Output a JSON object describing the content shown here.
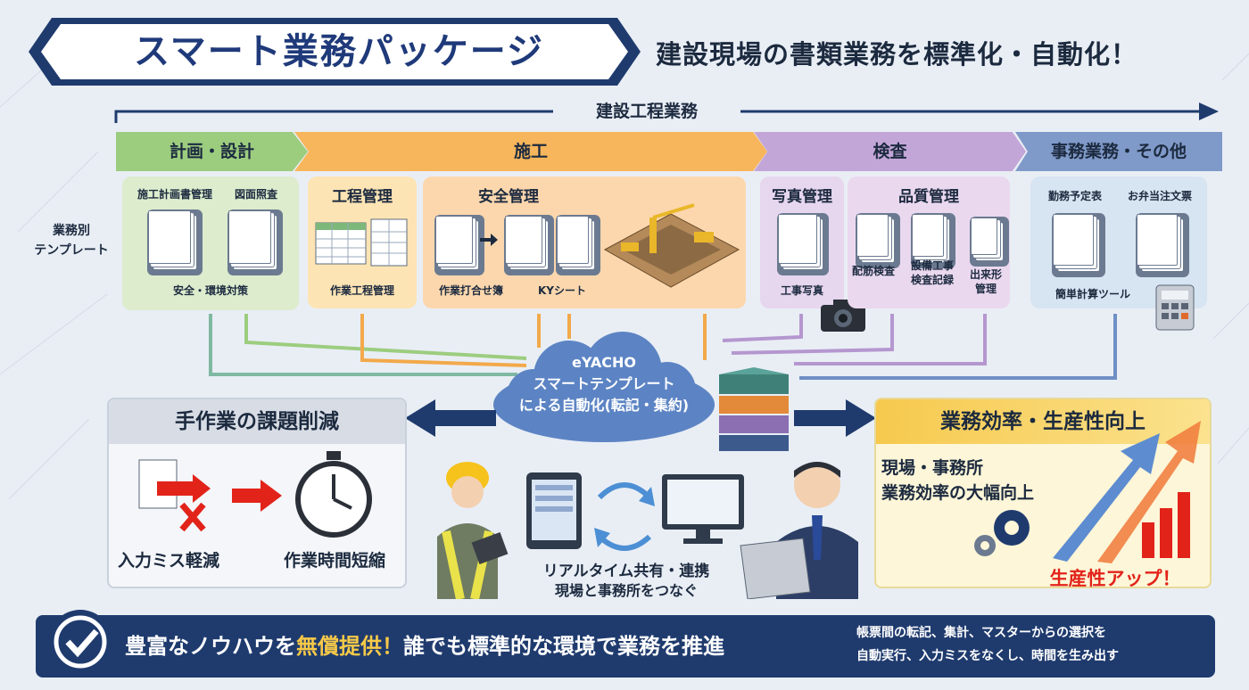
{
  "header": {
    "title": "スマート業務パッケージ",
    "subtitle": "建設現場の書類業務を標準化・自動化！"
  },
  "process": {
    "label": "建設工程業務",
    "phases": [
      "計画・設計",
      "施工",
      "検査",
      "事務業務・その他"
    ]
  },
  "template_label": {
    "line1": "業務別",
    "line2": "テンプレート"
  },
  "panels": {
    "plan": {
      "item1": "施工計画書管理",
      "item2": "図面照査",
      "item3": "安全・環境対策"
    },
    "koutei": {
      "title": "工程管理",
      "item1": "作業工程管理"
    },
    "anzen": {
      "title": "安全管理",
      "item1": "作業打合せ簿",
      "item2": "KYシート"
    },
    "photo": {
      "title": "写真管理",
      "item1": "工事写真"
    },
    "quality": {
      "title": "品質管理",
      "item1": "配筋検査",
      "item2a": "設備工事",
      "item2b": "検査記録",
      "item3a": "出来形",
      "item3b": "管理"
    },
    "office": {
      "item1": "勤務予定表",
      "item2": "お弁当注文票",
      "item3": "簡単計算ツール"
    }
  },
  "hub": {
    "line1": "eYACHO",
    "line2": "スマートテンプレート",
    "line3": "による自動化(転記・集約)"
  },
  "left_panel": {
    "title": "手作業の課題削減",
    "item1": "入力ミス軽減",
    "item2": "作業時間短縮"
  },
  "center": {
    "line1": "リアルタイム共有・連携",
    "line2": "現場と事務所をつなぐ"
  },
  "right_panel": {
    "title": "業務効率・生産性向上",
    "line1": "現場・事務所",
    "line2": "業務効率の大幅向上",
    "badge": "生産性アップ！"
  },
  "footer": {
    "main_a": "豊富なノウハウを",
    "main_hl": "無償提供！",
    "main_b": "誰でも標準的な環境で業務を推進",
    "note1": "帳票間の転記、集計、マスターからの選択を",
    "note2": "自動実行、入力ミスをなくし、時間を生み出す"
  },
  "colors": {
    "navy": "#1f3b6e",
    "plan_green": "#9ccd7f",
    "build_orange": "#f7b65b",
    "inspect_purple": "#c3a6d8",
    "office_blue": "#7f9ac9",
    "badge_red": "#e2231a"
  }
}
